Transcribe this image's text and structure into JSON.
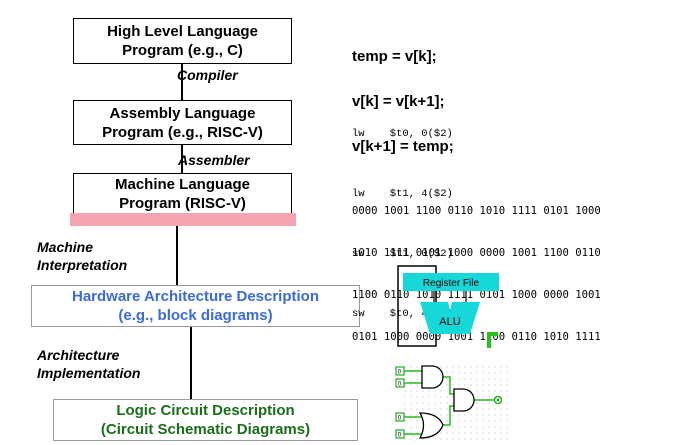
{
  "boxes": {
    "hll": {
      "line1": "High Level Language",
      "line2": "Program (e.g., C)"
    },
    "asm": {
      "line1": "Assembly  Language",
      "line2": "Program (e.g., RISC-V)"
    },
    "mach": {
      "line1": "Machine  Language",
      "line2": "Program (RISC-V)"
    },
    "hw": {
      "line1": "Hardware Architecture Description",
      "line2": "(e.g., block diagrams)"
    },
    "logic": {
      "line1": "Logic Circuit Description",
      "line2": "(Circuit Schematic Diagrams)"
    }
  },
  "labels": {
    "compiler": "Compiler",
    "assembler": "Assembler",
    "machine_interp_1": "Machine",
    "machine_interp_2": "Interpretation",
    "arch_impl_1": "Architecture",
    "arch_impl_2": "Implementation"
  },
  "c_code": [
    "temp = v[k];",
    "v[k] = v[k+1];",
    "v[k+1] = temp;"
  ],
  "assembly": [
    "lw    $t0, 0($2)",
    "lw    $t1, 4($2)",
    "sw    $t1, 0($2)",
    "sw    $t0, 4($2)"
  ],
  "binary": [
    "0000 1001 1100 0110 1010 1111 0101 1000",
    "1010 1111 0101 1000 0000 1001 1100 0110",
    "1100 0110 1010 1111 0101 1000 0000 1001",
    "0101 1000 0000 1001 1100 0110 1010 1111"
  ],
  "block_diagram": {
    "register_file": "Register File",
    "alu": "ALU"
  },
  "colors": {
    "hw_text": "#3b6bd8",
    "logic_text": "#1a6e1a",
    "pink_bar": "#f4a4b0",
    "cyan": "#16d8d8",
    "green": "#22c41c"
  }
}
